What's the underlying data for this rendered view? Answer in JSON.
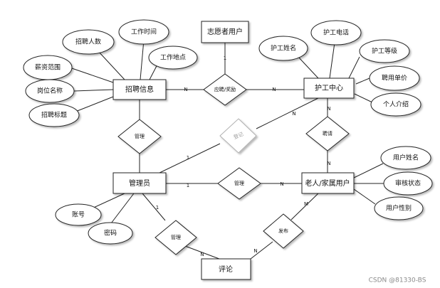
{
  "entities": {
    "volunteer": "志愿者用户",
    "recruitment": "招聘信息",
    "care_center": "护工中心",
    "admin": "管理员",
    "elderly": "老人/家属用户",
    "review": "评论"
  },
  "attributes": {
    "recruit_count": "招聘人数",
    "work_time": "工作时间",
    "work_location": "工作地点",
    "salary_range": "薪资范围",
    "position_name": "岗位名称",
    "recruit_title": "招聘标题",
    "caregiver_name": "护工姓名",
    "caregiver_phone": "护工电话",
    "caregiver_level": "护工等级",
    "hire_price": "聘用单价",
    "personal_intro": "个人介绍",
    "user_name": "用户姓名",
    "review_status": "审核状态",
    "user_gender": "用户性别",
    "account": "账号",
    "password": "密码"
  },
  "relationships": {
    "apply_reward": "应聘/奖励",
    "manage_recruit": "管理",
    "register": "登记",
    "hire": "聘请",
    "manage_user": "管理",
    "manage_review": "管理",
    "publish": "发布"
  },
  "cardinalities": {
    "volunteer_apply": "1",
    "recruit_apply": "N",
    "apply_center": "N",
    "center_register": "N",
    "admin_register": "1",
    "center_hire": "N",
    "hire_elderly": "N",
    "admin_manage": "1",
    "manage_elderly": "N",
    "admin_manage_review": "1",
    "manage_review_review": "N",
    "review_publish": "N",
    "publish_elderly": "M"
  },
  "watermark": "CSDN @81330-BS"
}
